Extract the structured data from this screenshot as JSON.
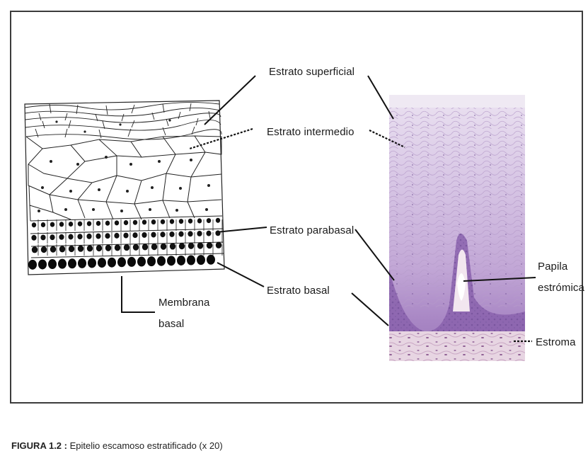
{
  "figure": {
    "labels": {
      "estrato_superficial": "Estrato superficial",
      "estrato_intermedio": "Estrato intermedio",
      "estrato_parabasal": "Estrato parabasal",
      "estrato_basal": "Estrato basal",
      "membrana_basal_line1": "Membrana",
      "membrana_basal_line2": "basal",
      "papila_line1": "Papila",
      "papila_line2": "estrómica",
      "estroma": "Estroma"
    },
    "caption_label": "FIGURA 1.2 :",
    "caption_text": "Epitelio escamoso estratificado (x 20)"
  }
}
